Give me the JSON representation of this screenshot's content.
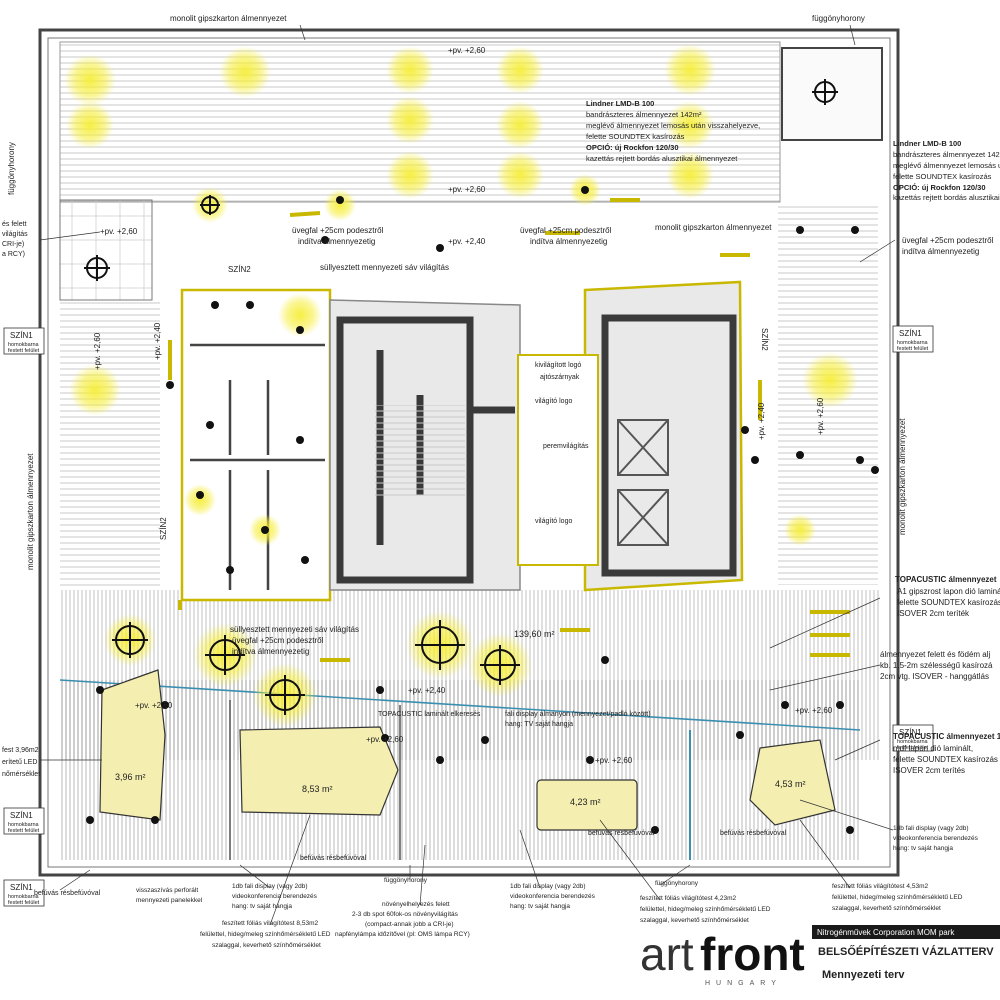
{
  "labels": {
    "top_monolit": "monolit gipszkarton álmennyezet",
    "fuggonyhorony_top": "függönyhorony",
    "fuggonyhorony_left": "függönyhorony",
    "monolit_left": "monolit gipszkarton álmennyezet",
    "monolit_right": "monolit gipszkarton álmennyezet",
    "monolit_mid": "monolit gipszkarton álmennyezet",
    "pv_260_a": "+pv. +2,60",
    "pv_260_b": "+pv. +2,60",
    "pv_240_a": "+pv. +2,40",
    "pv_260_c": "+pv. +2,60",
    "pv_240_left": "+pv. +2,40",
    "pv_260_left": "+pv. +2,60",
    "pv_240_right": "+pv. +2,40",
    "pv_260_right": "+pv. +2,60",
    "pv_240_low": "+pv. +2,40",
    "pv_260_low": "+pv. +2,60",
    "pv_260_room1": "+pv. +2,60",
    "pv_260_room2": "+pv. +2,60",
    "pv_260_room3": "+pv. +2,60",
    "lindner_title": "Lindner LMD-B 100",
    "lindner_l1": "bandrászteres álmennyezet 142m²",
    "lindner_l2": "meglévő álmennyezet lemosás után visszahelyezve,",
    "lindner_l3": "felette SOUNDTEX kasírozás",
    "lindner_l4": "OPCIÓ: új Rockfon 120/30",
    "lindner_l5": "kazettás rejtett bordás alusztikai álmennyezet",
    "lindner2_title": "Lindner LMD-B 100",
    "lindner2_l1": "bandrászteres álmennyezet 142m²",
    "lindner2_l2": "meglévő álmennyezet lemosás után",
    "lindner2_l3": "felette SOUNDTEX kasírozás",
    "lindner2_l4": "OPCIÓ: új Rockfon 120/30",
    "lindner2_l5": "kazettás rejtett bordás alusztikai álme",
    "uvegfal_1": "üvegfal +25cm podesztről",
    "uvegfal_1b": "indítva álmennyezetig",
    "uvegfal_2": "üvegfal +25cm podesztről",
    "uvegfal_2b": "indítva álmennyezetig",
    "uvegfal_3": "üvegfal +25cm podesztről",
    "uvegfal_3b": "indítva álmennyezetig",
    "sullyesztett_1": "süllyesztett mennyezeti sáv világítás",
    "sullyesztett_2": "süllyesztett mennyezeti sáv világítás",
    "szin2_a": "SZÍN2",
    "szin2_b": "SZÍN2",
    "szin2_c": "SZÍN2",
    "szin1": "SZÍN1",
    "homokbarna": "homokbarna",
    "festett": "festett felület",
    "kivilagitott": "kivilágított logó",
    "ajtoszarnyak": "ajtószárnyak",
    "vilagito_logo_1": "világító logo",
    "vilagito_logo_2": "világító logo",
    "peremvilagitas": "peremvilágítás",
    "area_main": "139,60 m²",
    "room1_area": "3,96 m²",
    "room2_area": "8,53 m²",
    "room3_area": "4,23 m²",
    "room4_area": "4,53 m²",
    "topacustic_1": "TOPACUSTIC álmennyezet",
    "topacustic_1a": "A1 gipszrost lapon dió laminá",
    "topacustic_1b": "felette SOUNDTEX kasírozás",
    "topacustic_1c": "ISOVER 2cm teríték",
    "almenny_1": "álmennyezet felett és födém alj",
    "almenny_2": "kb. 1,5-2m szélességű kasírozá",
    "almenny_3": "2cm vtg. ISOVER - hanggátlás",
    "topacustic_2": "TOPACUSTIC álmennyezet 1",
    "topacustic_2a": "mdf lapon dió laminált,",
    "topacustic_2b": "felette SOUNDTEX kasírozás é",
    "topacustic_2c": "ISOVER 2cm terítés",
    "topacustic_band": "TOPACUSTIC laminált elkeresés",
    "fali_display_1": "fali display álmanyon (mennyezet/padló között)",
    "fali_display_1b": "hang: TV saját hangja",
    "befuvas_1": "befúvás résbefúvóval",
    "befuvas_2": "befúvás résbefúvóval",
    "befuvas_3": "befúvás résbefúvóval",
    "befuvas_left": "befúvás résbefúvóval",
    "left_feszitett": "fest 3,96m2",
    "left_feszitett_b": "erítetű LED",
    "left_feszitett_c": "nőmérséklet",
    "left_top_1": "és felett",
    "left_top_2": "világítás",
    "left_top_3": "CRI-je)",
    "left_top_4": "a RCY)",
    "bottom_vissza_1": "visszaszívás perforált",
    "bottom_vissza_2": "mennyezeti panelekkel",
    "bottom_fali_1": "1db fali display (vagy 2db)",
    "bottom_fali_2": "videokonferencia berendezés",
    "bottom_fali_3": "hang: tv saját hangja",
    "bottom_fesz_1": "feszített fóliás világítótest 8,53m2",
    "bottom_fesz_2": "felülettel, hideg/meleg színhőmérsékletű LED",
    "bottom_fesz_3": "szalaggal, keverhető színhőmérséklet",
    "bottom_fuggony": "függönyhorony",
    "bottom_noveny_1": "növényelhelyezés felett",
    "bottom_noveny_2": "2-3 db spot 60fok-os növényvilágítás",
    "bottom_noveny_3": "(compact-annak jobb a CRI-je)",
    "bottom_noveny_4": "napfénylámpa időzítővel (pl: OMS lámpa RCY)",
    "bottom_fali2_1": "1db fali display (vagy 2db)",
    "bottom_fali2_2": "videokonferencia berendezés",
    "bottom_fali2_3": "hang: tv saját hangja",
    "bottom_fuggony2": "függönyhorony",
    "bottom_fesz2_1": "feszített fóliás világítótest 4,23m2",
    "bottom_fesz2_2": "felülettel, hideg/meleg színhőmérsékletű LED",
    "bottom_fesz2_3": "szalaggal, keverhető színhőmérséklet",
    "right_fali_1": "1db fali display (vagy 2db)",
    "right_fali_2": "videokonferencia berendezés",
    "right_fali_3": "hang: tv saját hangja",
    "right_fesz_1": "feszített fóliás világítótest 4,53m2",
    "right_fesz_2": "felülettel, hideg/meleg színhőmérsékletű LED",
    "right_fesz_3": "szalaggal, keverhető színhőmérséklet"
  },
  "titleblock": {
    "company": "Nitrogénművek Corporation MOM park",
    "title": "BELSŐÉPÍTÉSZETI VÁZLATTERV",
    "subtitle": "Mennyezeti terv",
    "logo_art": "art",
    "logo_front": "front",
    "logo_sub": "HUNGARY"
  },
  "colors": {
    "floor_hatch": "#b8b8b8",
    "wall": "#3a3a3a",
    "glow": "#f2ea3c",
    "zone_fill": "#f4efb0",
    "light_fixture": "#222222",
    "blue_accent": "#3a8fb0"
  }
}
